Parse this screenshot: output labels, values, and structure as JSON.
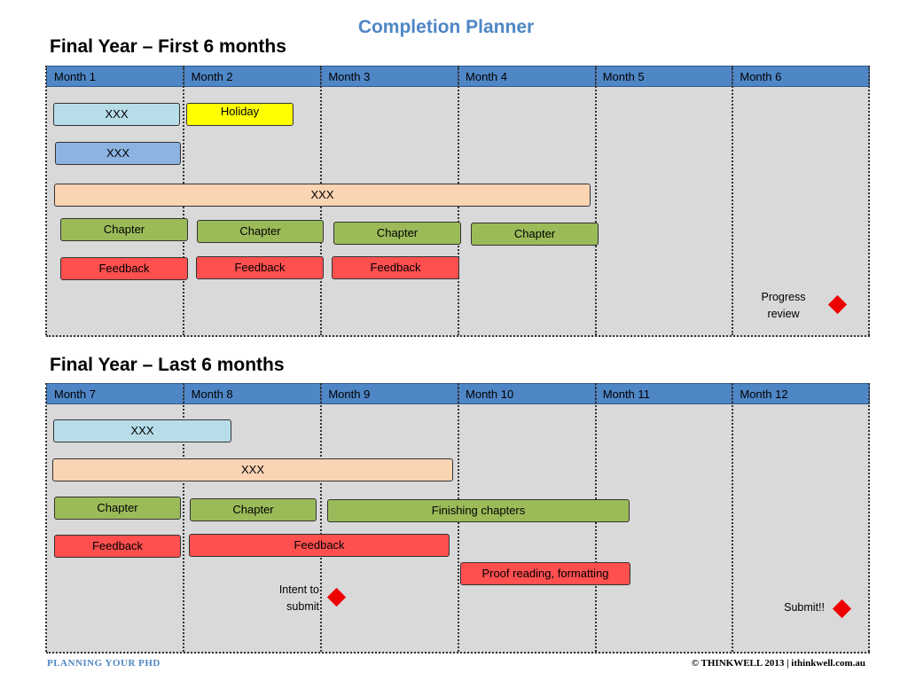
{
  "title": "Completion Planner",
  "section1": {
    "title": "Final Year – First 6 months",
    "months": [
      "Month 1",
      "Month 2",
      "Month 3",
      "Month 4",
      "Month 5",
      "Month 6"
    ],
    "bars": {
      "xxx_lightblue": "XXX",
      "holiday": "Holiday",
      "xxx_blue": "XXX",
      "xxx_peach": "XXX",
      "chapter_1": "Chapter",
      "chapter_2": "Chapter",
      "chapter_3": "Chapter",
      "chapter_4": "Chapter",
      "feedback_1": "Feedback",
      "feedback_2": "Feedback",
      "feedback_3": "Feedback"
    },
    "milestone": {
      "line1": "Progress",
      "line2": "review"
    }
  },
  "section2": {
    "title": "Final Year – Last 6 months",
    "months": [
      "Month 7",
      "Month 8",
      "Month 9",
      "Month 10",
      "Month 11",
      "Month 12"
    ],
    "bars": {
      "xxx_lightblue": "XXX",
      "xxx_peach": "XXX",
      "chapter_1": "Chapter",
      "chapter_2": "Chapter",
      "finishing_chapters": "Finishing chapters",
      "feedback_1": "Feedback",
      "feedback_2": "Feedback",
      "proof_reading": "Proof reading, formatting"
    },
    "milestone_intent": {
      "line1": "Intent to",
      "line2": "submit"
    },
    "milestone_submit": {
      "line1": "Submit!!"
    }
  },
  "footer": {
    "left": "PLANNING YOUR PHD",
    "right": "© THINKWELL  2013  |  ithinkwell.com.au"
  },
  "colors": {
    "header_blue": "#4f86c6",
    "panel_gray": "#d9d9d9",
    "light_blue": "#b7dde8",
    "blue": "#8db3e2",
    "yellow": "#ffff00",
    "peach": "#fbd4b4",
    "green": "#9bbb59",
    "red": "#ff4f4f",
    "milestone_red": "#ee0000"
  }
}
